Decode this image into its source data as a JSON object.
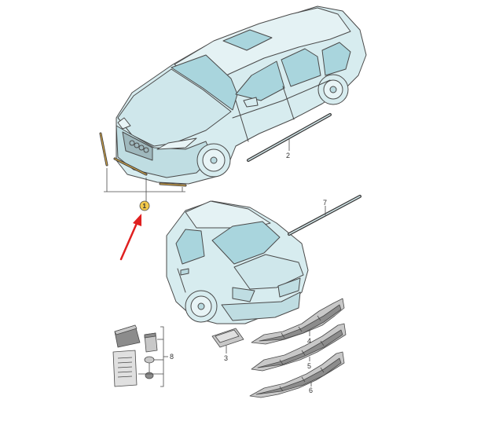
{
  "labels": {
    "p1": "1",
    "p2": "2",
    "p3": "3",
    "p4": "4",
    "p5": "5",
    "p6": "6",
    "p7": "7",
    "p8": "8"
  },
  "colors": {
    "body": "#d7ecef",
    "body_dark": "#b9d9df",
    "glass": "#a9d5dd",
    "line": "#4a4a4a",
    "strip": "#3a3a3a",
    "highlight_strip": "#d7a84a",
    "callout_fill": "#f2c84b",
    "arrow": "#e02020",
    "sill": "#8c8c8c",
    "sill_light": "#c8c8c8"
  }
}
